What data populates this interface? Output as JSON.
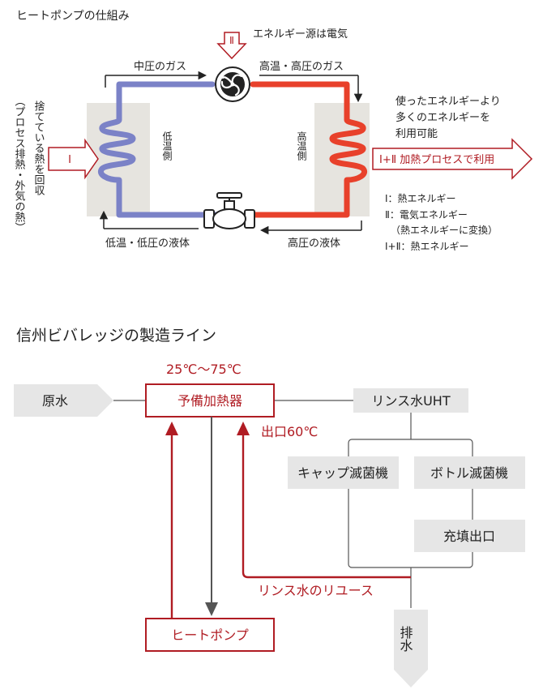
{
  "diagram1": {
    "title": "ヒートポンプの仕組み",
    "input_II_mark": "Ⅱ",
    "input_II_label": "エネルギー源は電気",
    "top_left_label": "中圧のガス",
    "top_right_label": "高温・高圧のガス",
    "bottom_left_label": "低温・低圧の液体",
    "bottom_right_label": "高圧の液体",
    "low_side_label": "低温側",
    "high_side_label": "高温側",
    "left_vertical_1": "捨てている熱を回収",
    "left_vertical_2": "（プロセス排熱・外気の熱）",
    "input_I_mark": "Ⅰ",
    "output_label": "Ⅰ+Ⅱ 加熱プロセスで利用",
    "right_note_1": "使ったエネルギーより",
    "right_note_2": "多くのエネルギーを",
    "right_note_3": "利用可能",
    "legend": [
      "Ⅰ：熱エネルギー",
      "Ⅱ：電気エネルギー",
      "（熱エネルギーに変換）",
      "Ⅰ+Ⅱ：熱エネルギー"
    ],
    "colors": {
      "cold": "#7b82c7",
      "hot": "#e8412b",
      "panel": "#e6e4df",
      "accent": "#b01c23"
    }
  },
  "diagram2": {
    "title": "信州ビバレッジの製造ライン",
    "temp_label": "25℃〜75℃",
    "raw_water": "原水",
    "preheater": "予備加熱器",
    "rinse_uht": "リンス水UHT",
    "outlet_label": "出口60℃",
    "cap_sterilizer": "キャップ滅菌機",
    "bottle_sterilizer": "ボトル滅菌機",
    "filling_outlet": "充填出口",
    "rinse_reuse": "リンス水のリユース",
    "heat_pump": "ヒートポンプ",
    "drain": "排水",
    "colors": {
      "box_gray": "#e6e6e6",
      "accent": "#b01c23",
      "line": "#555555"
    }
  }
}
